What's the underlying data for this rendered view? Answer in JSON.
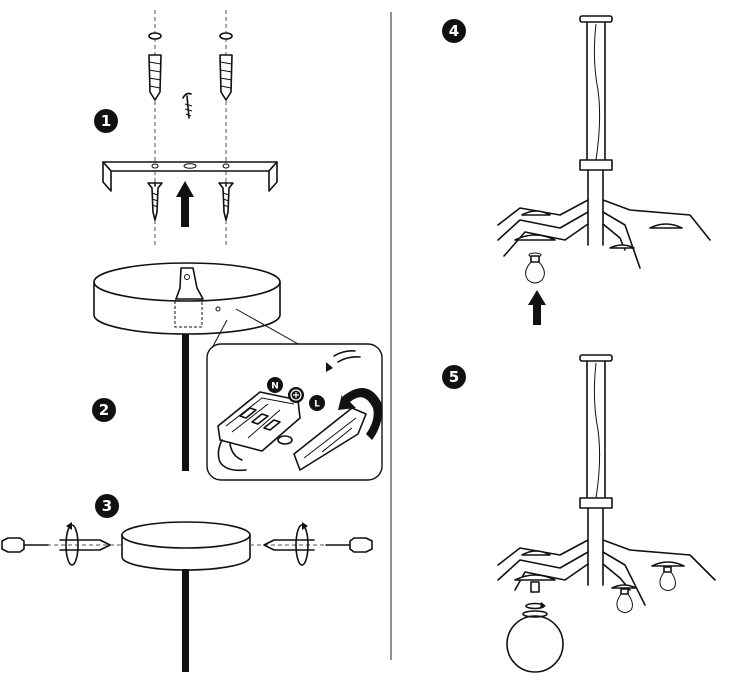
{
  "steps": [
    {
      "number": "1"
    },
    {
      "number": "2"
    },
    {
      "number": "3"
    },
    {
      "number": "4"
    },
    {
      "number": "5"
    }
  ],
  "terminals": {
    "neutral": "N",
    "ground": "⊕",
    "live": "L"
  },
  "colors": {
    "line": "#111111",
    "background": "#ffffff",
    "badge": "#111111"
  }
}
